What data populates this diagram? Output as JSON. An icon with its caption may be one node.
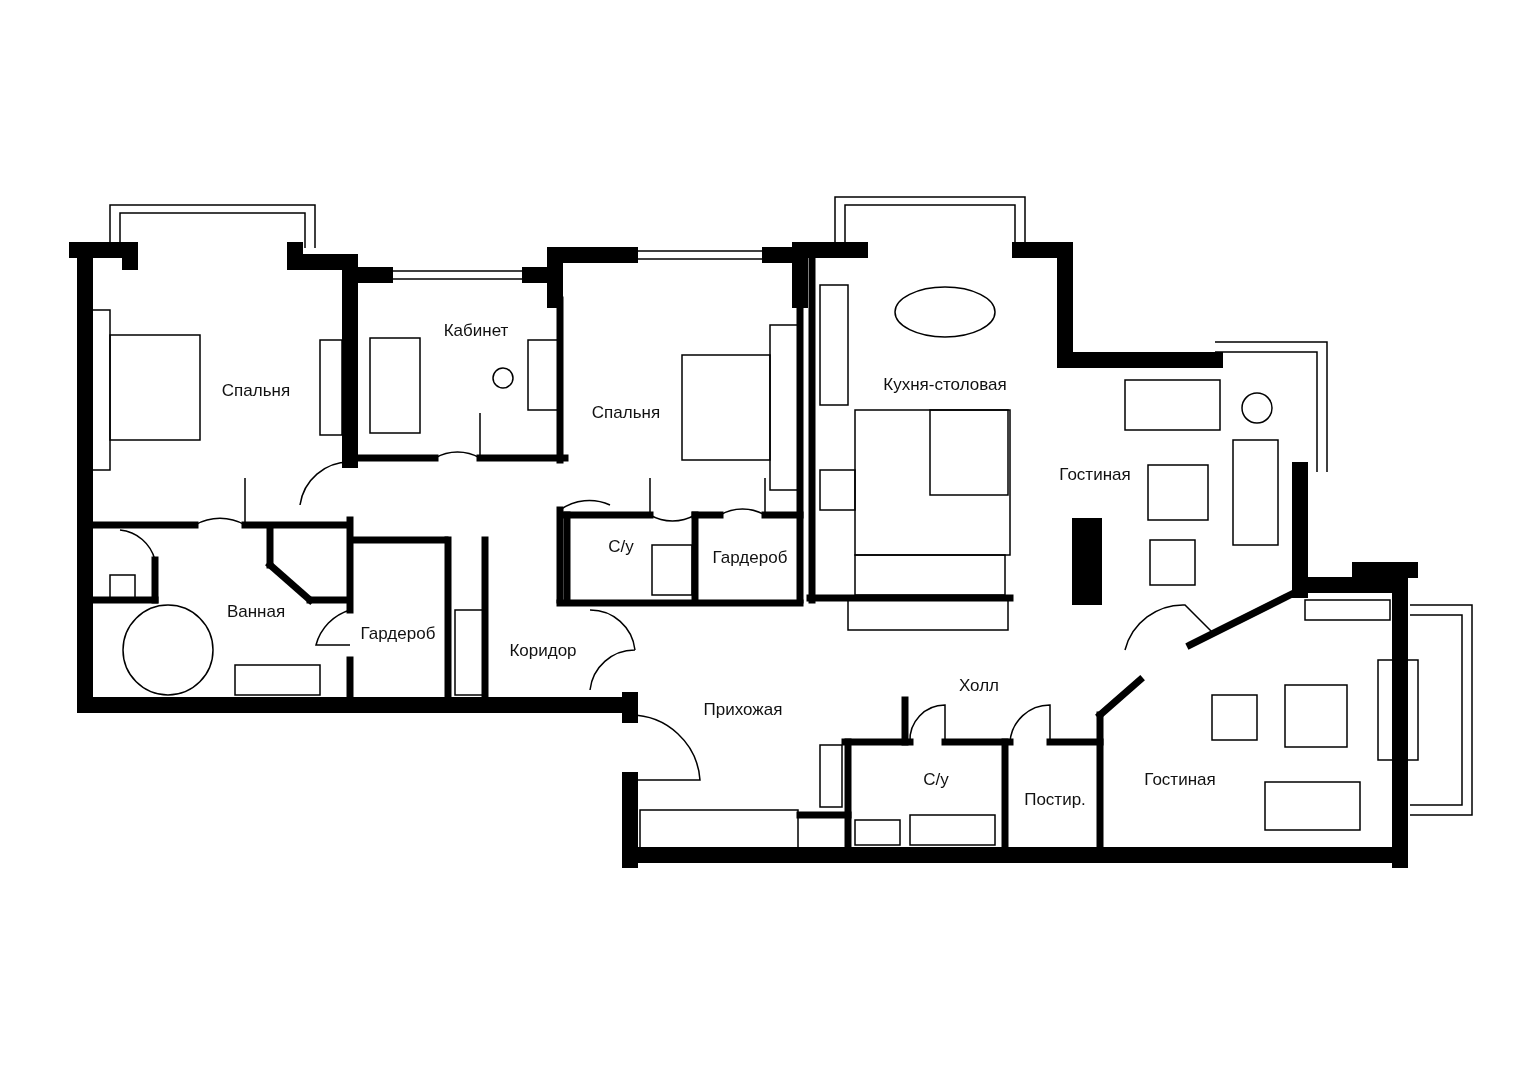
{
  "diagram": {
    "labels": [
      "Кабинет",
      "Кухня-столовая",
      "Спальня",
      "Спальня",
      "Гостиная",
      "С/у",
      "Гардероб",
      "Ванная",
      "Гардероб",
      "Коридор",
      "Холл",
      "Прихожая",
      "С/у",
      "Гостиная",
      "Постир."
    ]
  }
}
